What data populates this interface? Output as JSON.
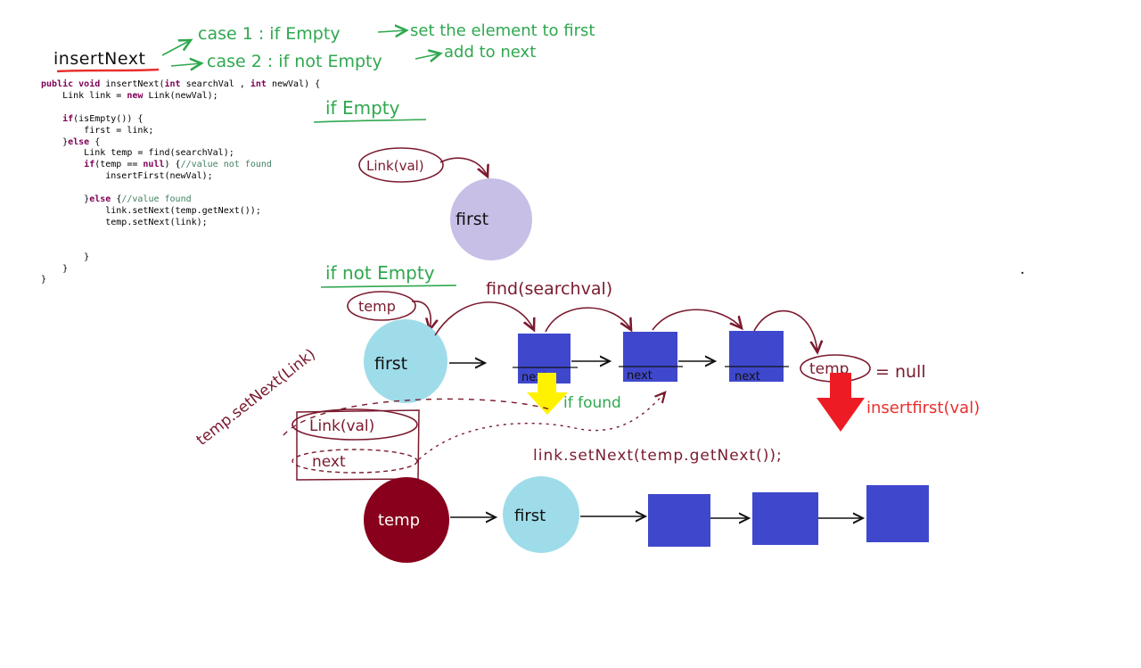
{
  "header": {
    "method_name": "insertNext",
    "case1_label": "case 1 : if Empty",
    "case1_action": "set the element to first",
    "case2_label": "case 2 : if not Empty",
    "case2_action": "add to next"
  },
  "code": {
    "l1": {
      "kw1": "public",
      "kw2": "void",
      "name": "insertNext(",
      "kw3": "int",
      "p1": "searchVal ,",
      "kw4": "int",
      "p2": "newVal) {"
    },
    "l2": {
      "a": "Link link = ",
      "kw": "new",
      "b": "Link(newVal);"
    },
    "l3": {
      "kw": "if",
      "a": "(isEmpty()) {"
    },
    "l4": "first = link;",
    "l5": {
      "a": "}",
      "kw": "else",
      "b": " {"
    },
    "l6": "Link temp = find(searchVal);",
    "l7": {
      "kw": "if",
      "a": "(temp == ",
      "kw2": "null",
      "b": ") {",
      "cm": "//value not found"
    },
    "l8": "insertFirst(newVal);",
    "l9": {
      "a": "}",
      "kw": "else",
      "b": " {",
      "cm": "//value found"
    },
    "l10": "link.setNext(temp.getNext());",
    "l11": "temp.setNext(link);",
    "l12": "}",
    "l13": "}",
    "l14": "}"
  },
  "if_empty": {
    "heading": "if Empty",
    "link_label": "Link(val)",
    "node_label": "first"
  },
  "if_not_empty": {
    "heading": "if not Empty",
    "temp_label": "temp",
    "find_label": "find(searchval)",
    "first_label": "first",
    "next_label": "next",
    "temp_null_label": "temp",
    "null_label": "= null",
    "if_found_label": "if found",
    "insert_first_label": "insertfirst(val)",
    "set_next_label": "temp.setNext(Link)",
    "new_link_label": "Link(val)",
    "new_link_next": "next",
    "link_set_next_label": "link.setNext(temp.getNext());",
    "result_temp_label": "temp",
    "result_first_label": "first"
  },
  "colors": {
    "green_ink": "#2fa84f",
    "maroon_ink": "#7a1a2e",
    "red_ink": "#e8302e",
    "node_blue": "#3f48cc",
    "first_node": "#9fdce9",
    "empty_first_node": "#c8bfe7",
    "temp_node": "#88001b",
    "found_arrow": "#fff200",
    "insert_arrow": "#ed1c24"
  }
}
